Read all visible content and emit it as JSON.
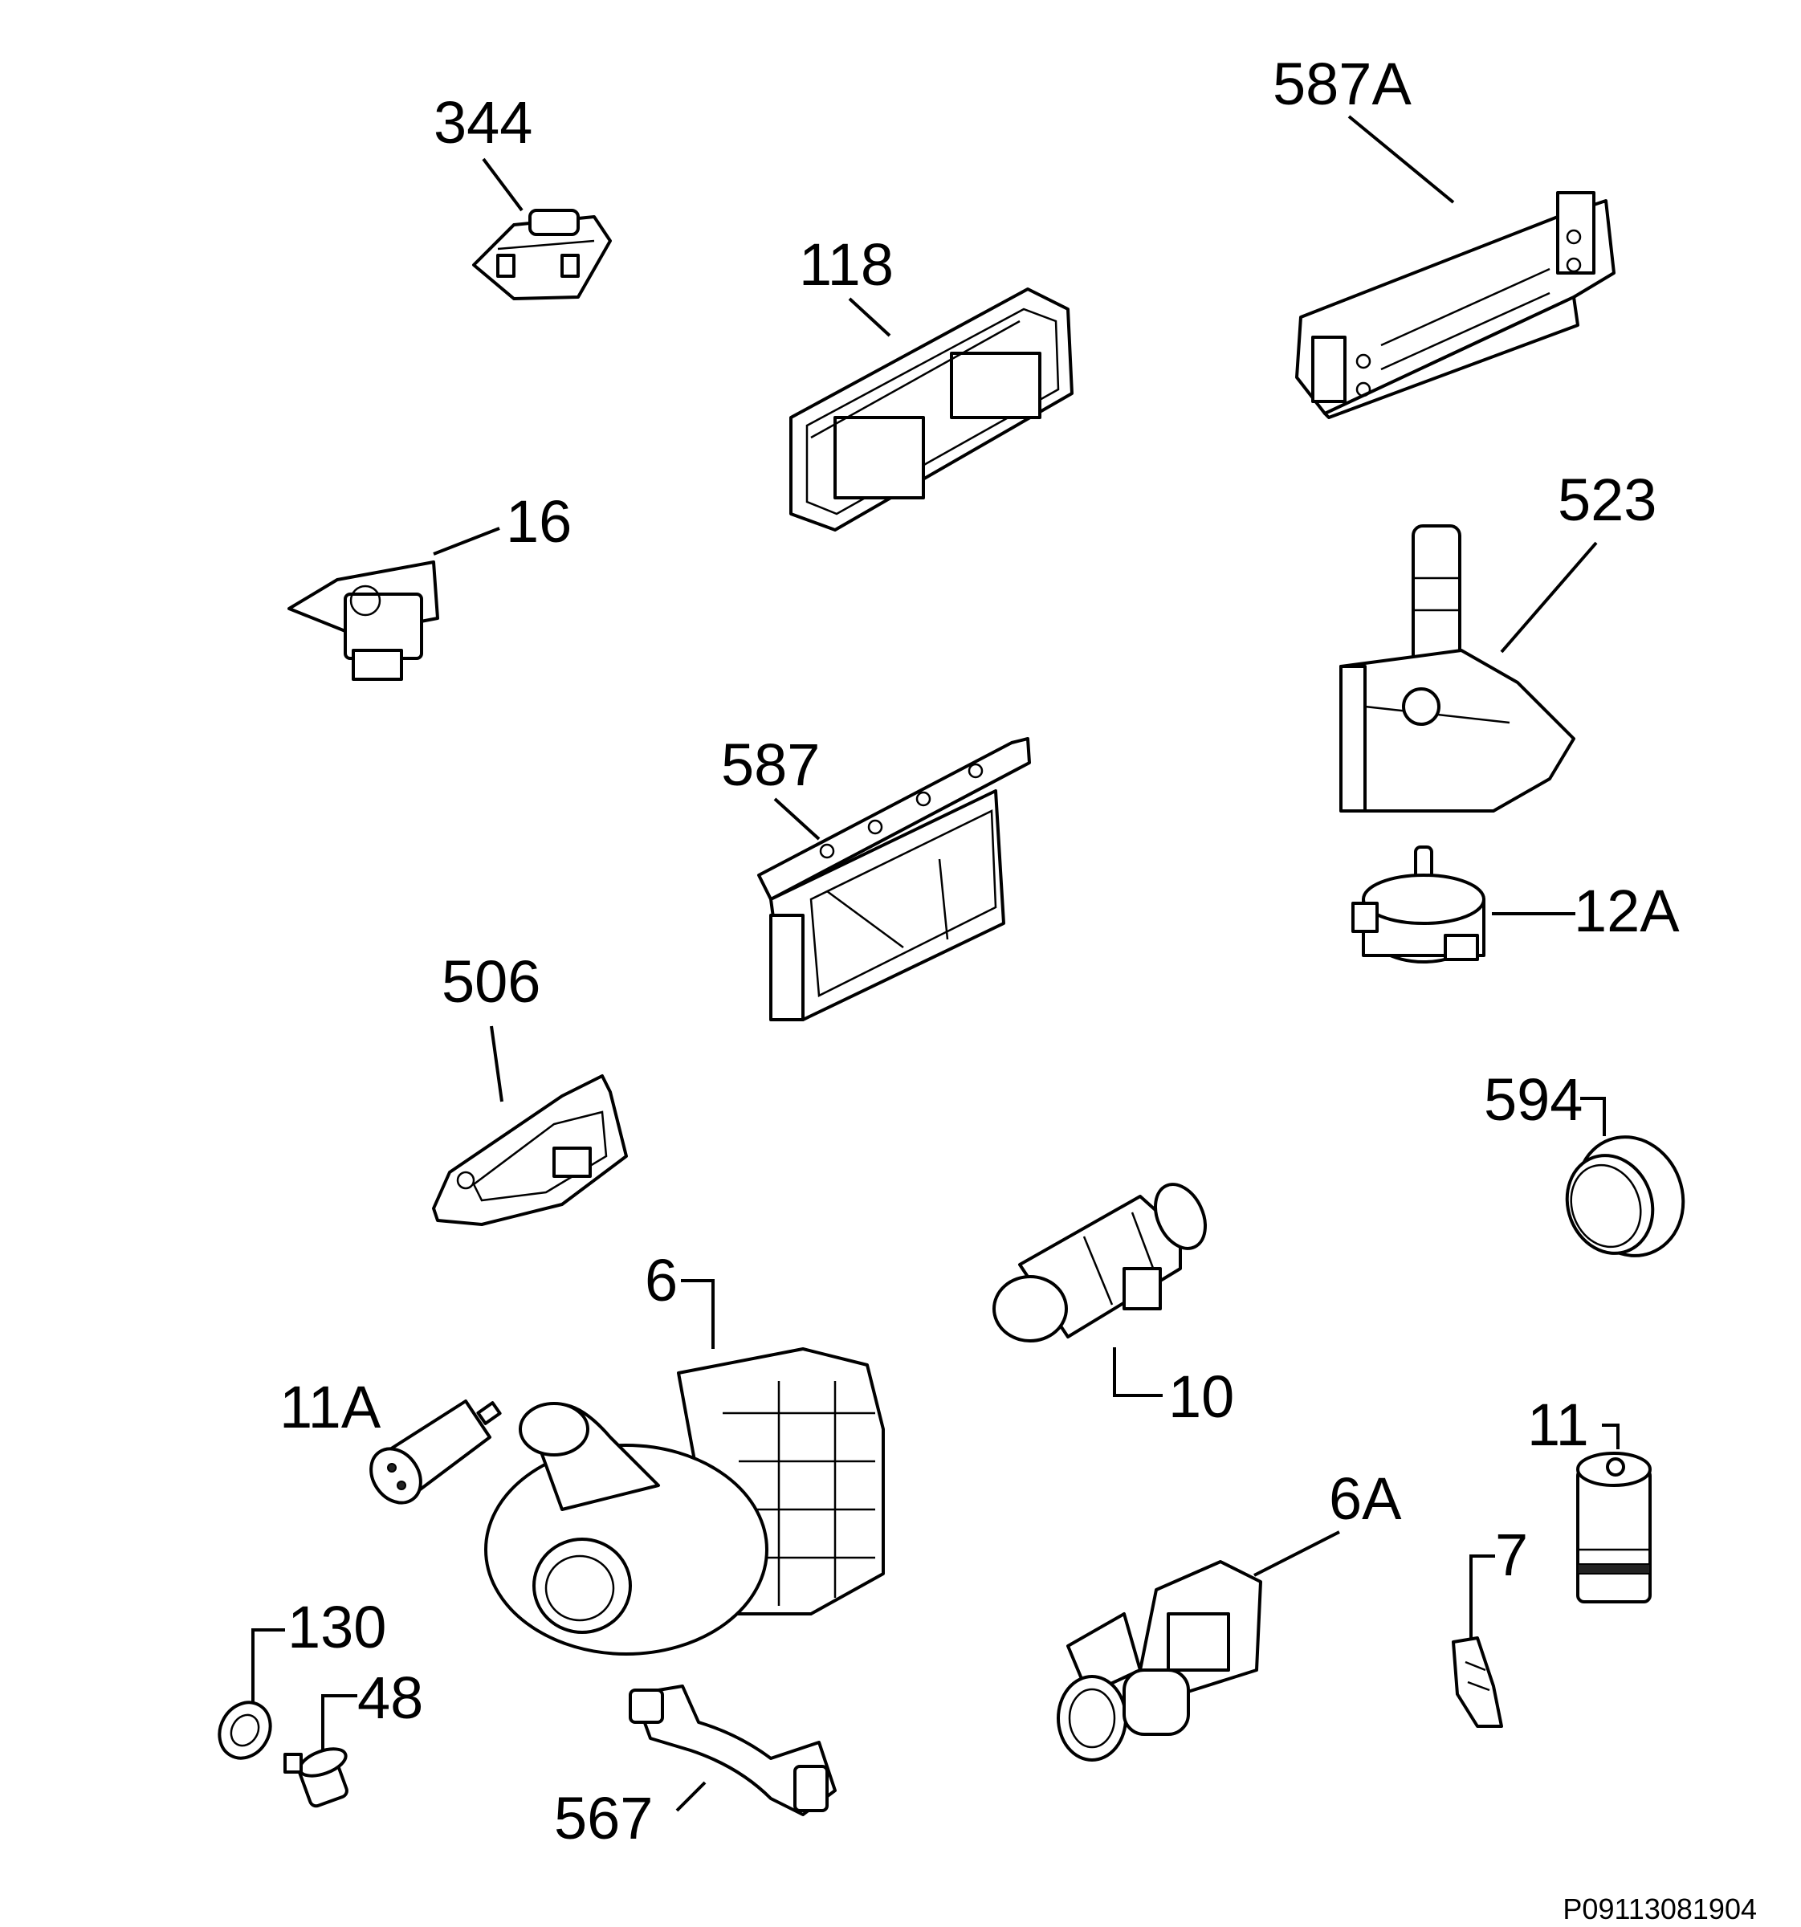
{
  "labels": {
    "p344": "344",
    "p587A": "587A",
    "p118": "118",
    "p16": "16",
    "p523": "523",
    "p587": "587",
    "p12A": "12A",
    "p506": "506",
    "p594": "594",
    "p6": "6",
    "p10": "10",
    "p11A": "11A",
    "p11": "11",
    "p6A": "6A",
    "p7": "7",
    "p130": "130",
    "p48": "48",
    "p567": "567"
  },
  "drawing_code": "P09113081904"
}
